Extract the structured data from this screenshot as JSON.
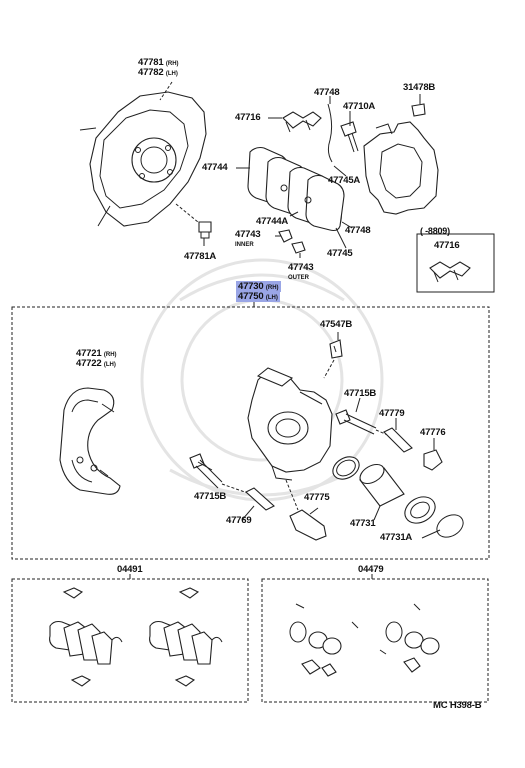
{
  "diagram": {
    "labels": {
      "p47781": "47781",
      "p47781_side": "(RH)",
      "p47782": "47782",
      "p47782_side": "(LH)",
      "p47716_top": "47716",
      "p47748_top": "47748",
      "p47710A": "47710A",
      "p31478B": "31478B",
      "p47744": "47744",
      "p47745A": "47745A",
      "p47744A": "47744A",
      "p47743_inner": "47743",
      "inner_word": "INNER",
      "p47743_outer": "47743",
      "outer_word": "OUTER",
      "p47745": "47745",
      "p47748_bottom": "47748",
      "p47781A": "47781A",
      "inset_range": "(      -8809)",
      "p47716_inset": "47716",
      "p47730": "47730",
      "p47730_side": "(RH)",
      "p47750": "47750",
      "p47750_side": "(LH)",
      "p47547B": "47547B",
      "p47721": "47721",
      "p47721_side": "(RH)",
      "p47722": "47722",
      "p47722_side": "(LH)",
      "p47715B_right": "47715B",
      "p47779": "47779",
      "p47776": "47776",
      "p47715B_left": "47715B",
      "p47775": "47775",
      "p47769": "47769",
      "p47731": "47731",
      "p47731A": "47731A",
      "kit_04491": "04491",
      "kit_04479": "04479",
      "diagram_code": "MC H398-B"
    }
  }
}
